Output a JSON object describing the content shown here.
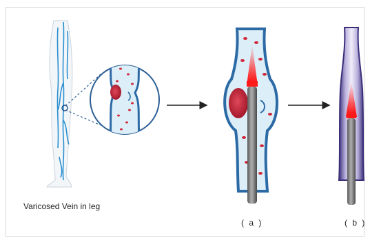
{
  "labels": {
    "leg_caption": "Varicosed Vein in leg",
    "panel_a": "( a )",
    "panel_b": "( b )"
  },
  "colors": {
    "vein_wall": "#2c6aa6",
    "vein_lumen": "#dceef8",
    "blood_cell": "#d0283a",
    "clot": "#b51c2e",
    "laser_tip": "#ff2020",
    "fiber": "#7a7a7a",
    "sealed_vein": "#4a3a8c",
    "arrow": "#222222",
    "leg_veins": "#2a8fd0"
  }
}
